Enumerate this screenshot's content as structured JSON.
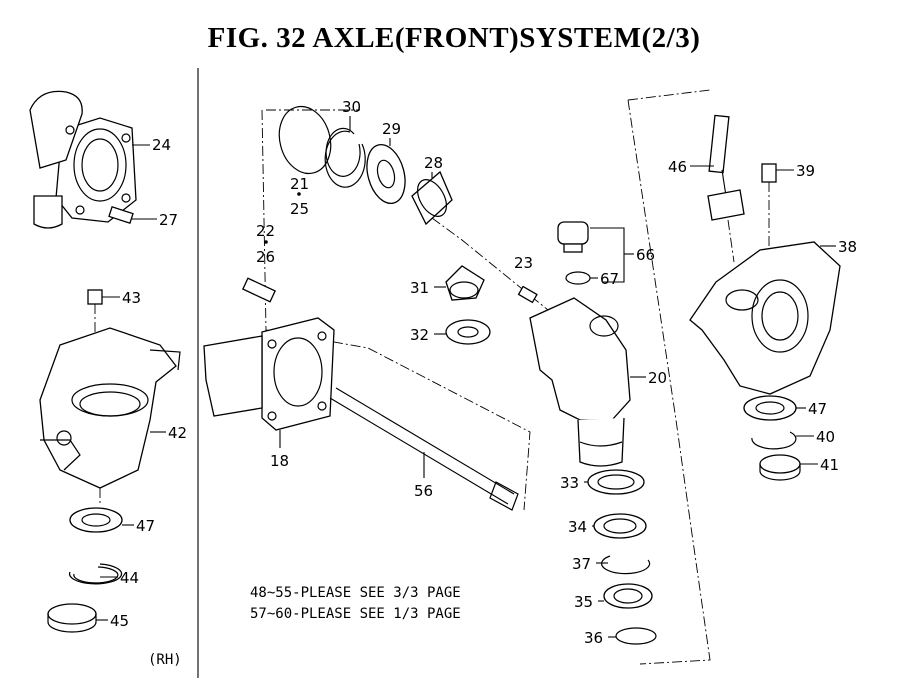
{
  "title": "FIG. 32  AXLE(FRONT)SYSTEM(2/3)",
  "notes": [
    "48~55-PLEASE SEE 3/3 PAGE",
    "57~60-PLEASE SEE 1/3 PAGE"
  ],
  "side_label": "(RH)",
  "callouts": {
    "c24": "24",
    "c27": "27",
    "c43": "43",
    "c42": "42",
    "c47a": "47",
    "c44": "44",
    "c45": "45",
    "c21": "21",
    "c25": "25",
    "c30": "30",
    "c29": "29",
    "c28": "28",
    "c22": "22",
    "c26": "26",
    "c31": "31",
    "c32": "32",
    "c18": "18",
    "c56": "56",
    "c23": "23",
    "c66": "66",
    "c67": "67",
    "c20": "20",
    "c33": "33",
    "c34": "34",
    "c37": "37",
    "c35": "35",
    "c36": "36",
    "c46": "46",
    "c39": "39",
    "c38": "38",
    "c47b": "47",
    "c40": "40",
    "c41": "41"
  }
}
